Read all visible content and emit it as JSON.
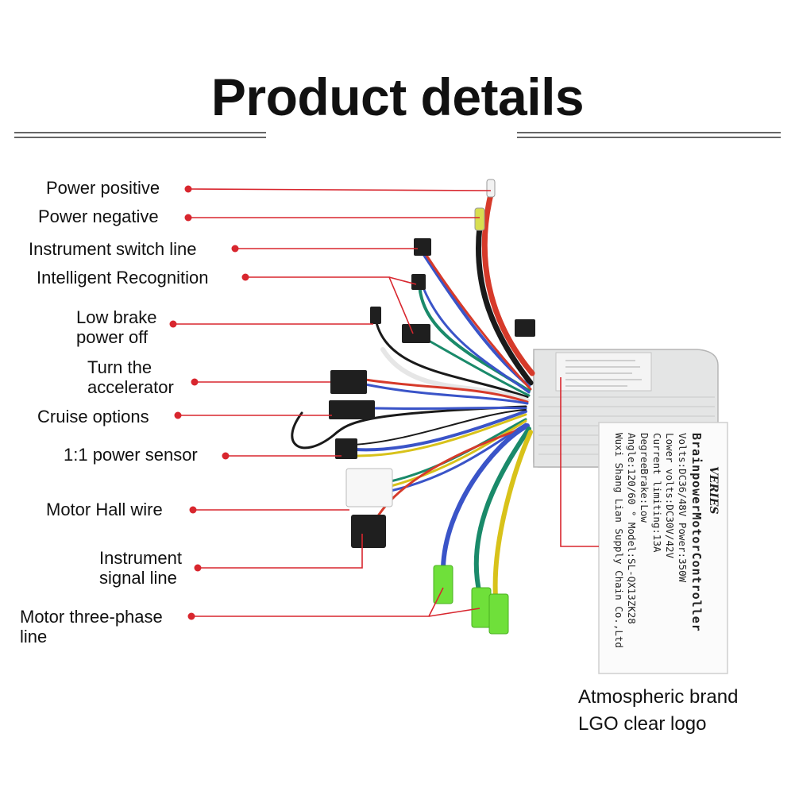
{
  "header": {
    "title": "Product details"
  },
  "callouts": [
    {
      "id": "power-positive",
      "text": "Power positive"
    },
    {
      "id": "power-negative",
      "text": "Power negative"
    },
    {
      "id": "instrument-switch-line",
      "text": "Instrument switch line"
    },
    {
      "id": "intelligent-recognition",
      "text": "Intelligent Recognition"
    },
    {
      "id": "low-brake-power-off",
      "text": "Low brake\npower off"
    },
    {
      "id": "turn-accelerator",
      "text": "Turn the\naccelerator"
    },
    {
      "id": "cruise-options",
      "text": "Cruise options"
    },
    {
      "id": "power-sensor",
      "text": "1:1 power sensor"
    },
    {
      "id": "motor-hall-wire",
      "text": "Motor Hall wire"
    },
    {
      "id": "instrument-signal-line",
      "text": "Instrument\nsignal line"
    },
    {
      "id": "motor-three-phase-line",
      "text": "Motor three-phase\nline"
    }
  ],
  "brand_caption": {
    "line1": "Atmospheric brand",
    "line2": "LGO clear logo"
  },
  "product_label": {
    "logo": "VERIES",
    "lines": [
      "BrainpowerMotorController",
      "Volts:DC36/48V   Power:350W",
      "Lower volts:DC30V/42V",
      "Current limiting:13A",
      "DegreeBrake:Low",
      "Angle:120/60 ° Model:SL-QX13ZK28",
      "Wuxi Shang Lian Supply Chain Co.,Ltd"
    ]
  },
  "colors": {
    "callout_line": "#d8262e",
    "dot": "#d8262e",
    "wire_red": "#d63a2a",
    "wire_black": "#1a1a1a",
    "wire_blue": "#3a54c8",
    "wire_green": "#1a8a6a",
    "wire_yellow": "#d8c21a",
    "wire_white": "#e6e6e6",
    "connector_green": "#6fe03a",
    "controller_body": "#e9eaea"
  }
}
